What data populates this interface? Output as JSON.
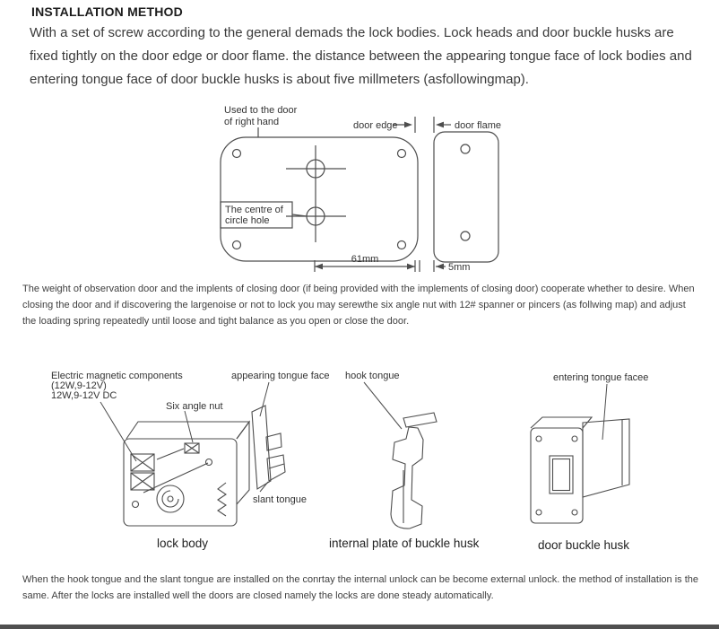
{
  "doc": {
    "title": "INSTALLATION METHOD",
    "intro": "With a set of screw according to the general demads the lock bodies. Lock heads and door buckle husks are fixed tightly on the door edge or door flame. the distance between the appearing tongue face of lock bodies and entering tongue face of door buckle husks is about five millmeters (asfollowingmap).",
    "middle": "The weight of observation door and the implents of closing door (if being provided with the implements of closing door) cooperate whether to desire. When closing the door and if discovering the largenoise or not to lock you may serewthe six angle nut with 12# spanner or pincers (as follwing map) and adjust the loading spring repeatedly until loose and tight balance as you open or close the door.",
    "closing": "When the hook tongue and the slant tongue are installed on the conrtay the internal unlock can be become external unlock. the method of installation is the same. After the locks are installed well the doors are closed namely the locks are done steady automatically."
  },
  "diagram1": {
    "label_hand_line1": "Used to the door",
    "label_hand_line2": "of right hand",
    "label_door_edge": "door edge",
    "label_door_flame": "door flame",
    "label_centre_line1": "The centre of",
    "label_centre_line2": "circle hole",
    "dim_width": "61mm",
    "dim_gap": "5mm"
  },
  "diagram2": {
    "label_emc_line1": "Electric magnetic components",
    "label_emc_line2": "(12W,9-12V)",
    "label_emc_line3": "12W,9-12V DC",
    "label_nut": "Six angle nut",
    "label_appearing": "appearing tongue face",
    "label_hook": "hook tongue",
    "label_entering": "entering tongue facee",
    "label_slant": "slant tongue",
    "caption_lock_body": "lock body",
    "caption_internal_plate": "internal plate of buckle husk",
    "caption_door_husk": "door buckle husk"
  },
  "colors": {
    "ink_text": "#3a3a3a",
    "ink_line": "#4d4d4d"
  }
}
